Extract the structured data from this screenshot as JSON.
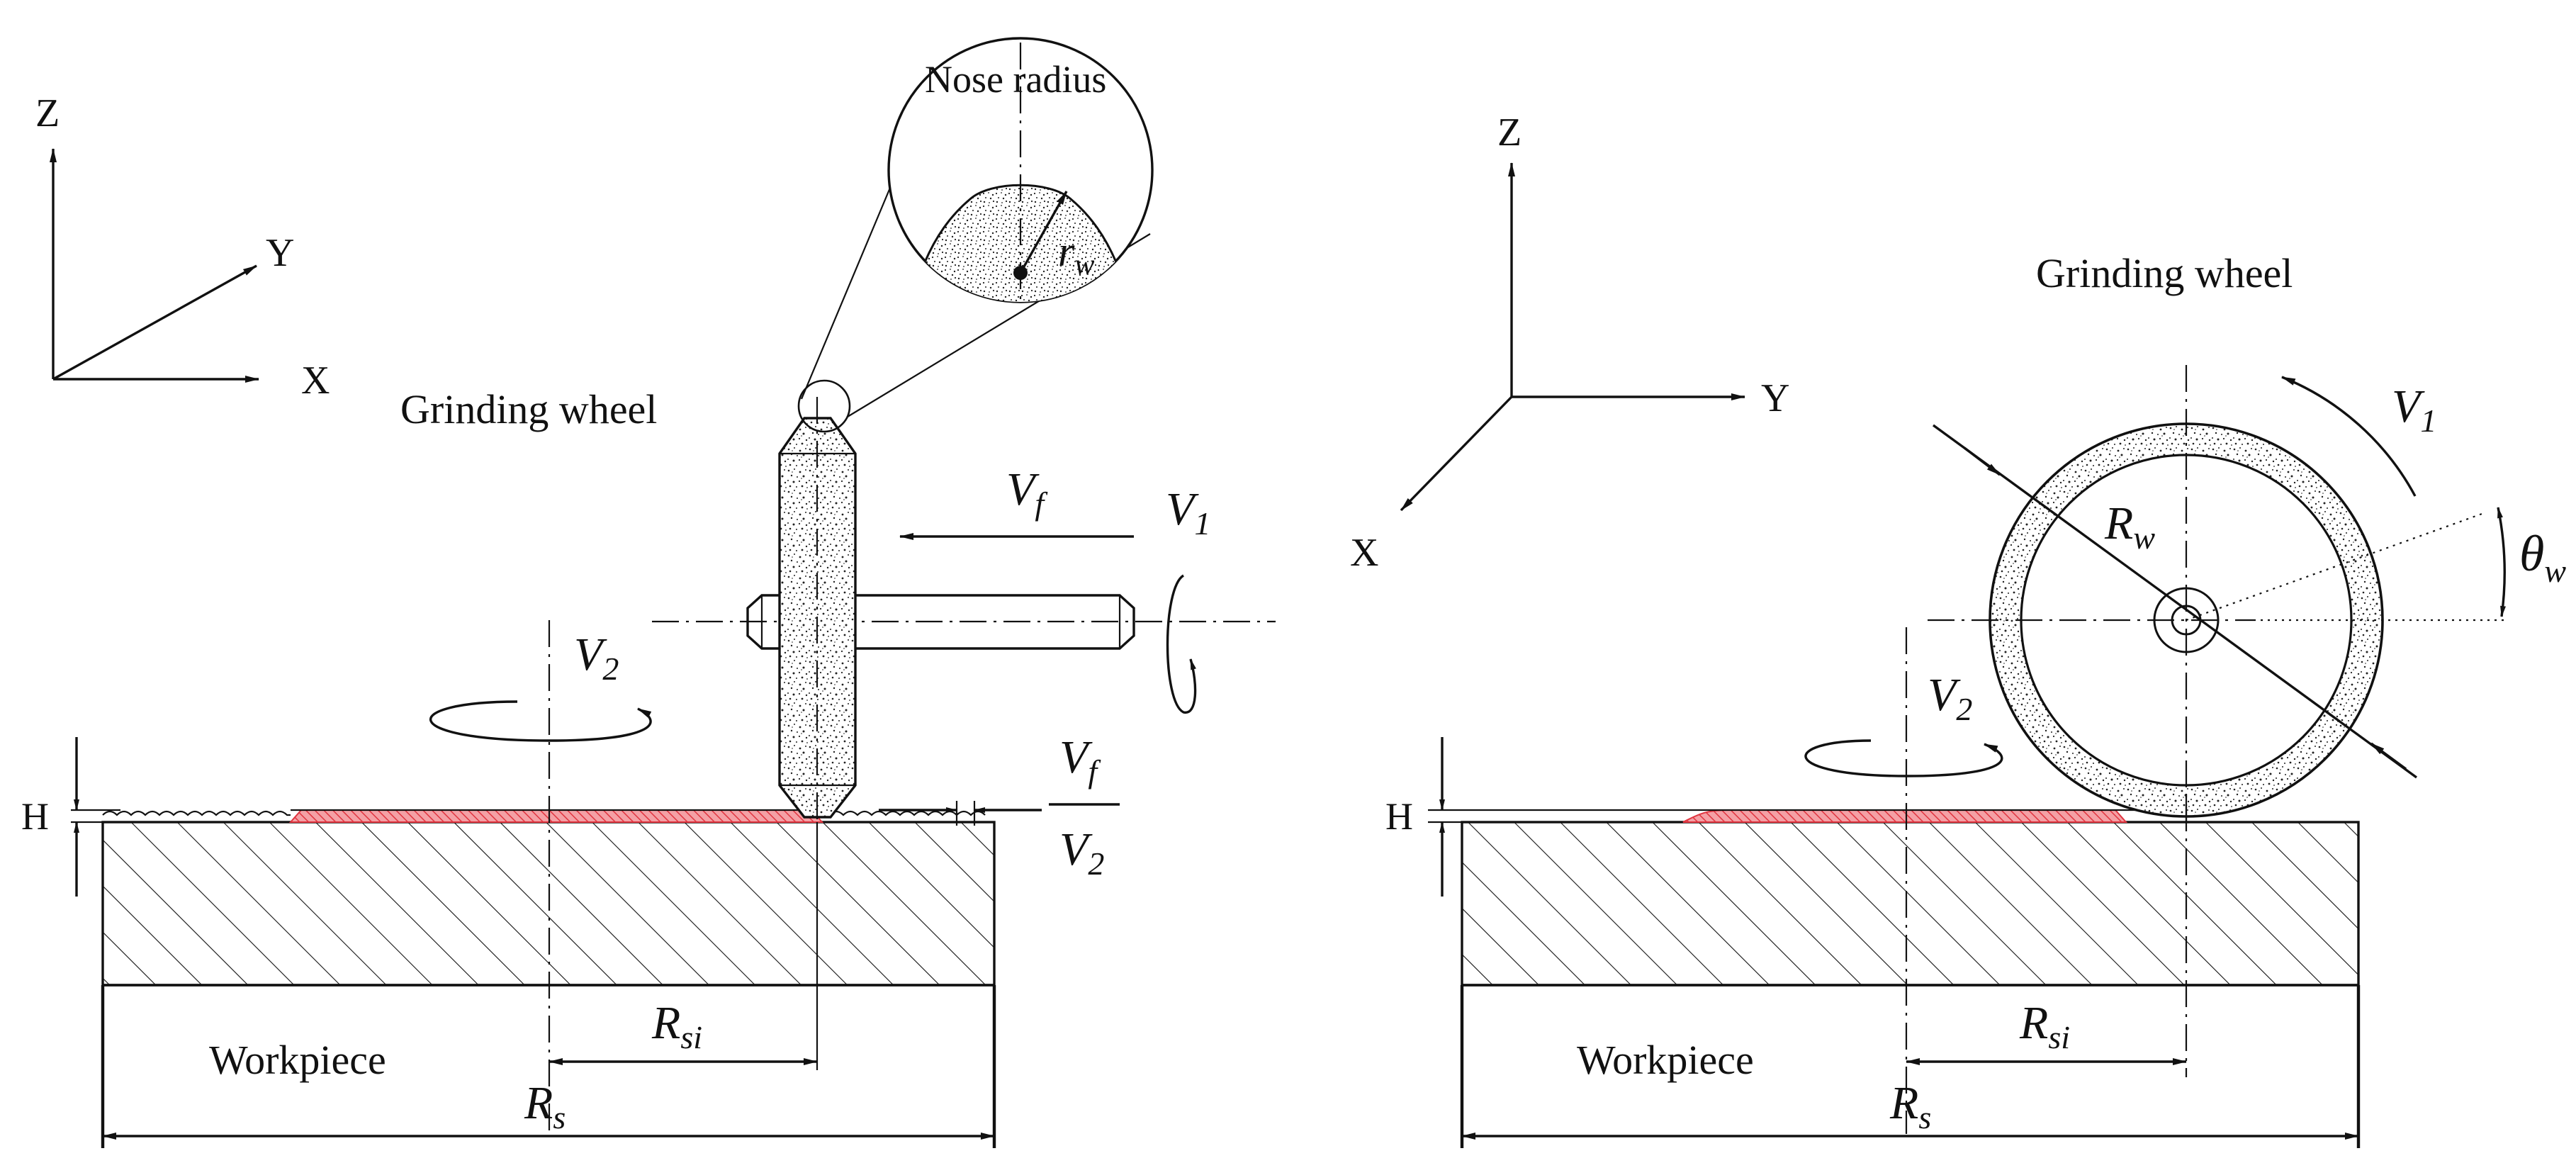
{
  "colors": {
    "ink": "#111111",
    "highlight": "#e0343f",
    "grit_fill": "#ffffff",
    "background": "#ffffff"
  },
  "left": {
    "axes": {
      "z": "Z",
      "y": "Y",
      "x": "X"
    },
    "wheel_label": "Grinding wheel",
    "inset_title": "Nose radius",
    "nose_radius": {
      "main": "r",
      "sub": "w"
    },
    "feed_speed": {
      "main": "V",
      "sub": "f"
    },
    "wheel_speed": {
      "main": "V",
      "sub": "1"
    },
    "table_speed": {
      "main": "V",
      "sub": "2"
    },
    "ratio_top": {
      "main": "V",
      "sub": "f"
    },
    "ratio_bottom": {
      "main": "V",
      "sub": "2"
    },
    "depth_label": "H",
    "workpiece_label": "Workpiece",
    "rsi": {
      "main": "R",
      "sub": "si"
    },
    "rs": {
      "main": "R",
      "sub": "s"
    }
  },
  "right": {
    "axes": {
      "z": "Z",
      "y": "Y",
      "x": "X"
    },
    "wheel_label": "Grinding wheel",
    "wheel_speed": {
      "main": "V",
      "sub": "1"
    },
    "wheel_radius": {
      "main": "R",
      "sub": "w"
    },
    "angle": {
      "main": "θ",
      "sub": "w"
    },
    "table_speed": {
      "main": "V",
      "sub": "2"
    },
    "depth_label": "H",
    "workpiece_label": "Workpiece",
    "rsi": {
      "main": "R",
      "sub": "si"
    },
    "rs": {
      "main": "R",
      "sub": "s"
    }
  }
}
